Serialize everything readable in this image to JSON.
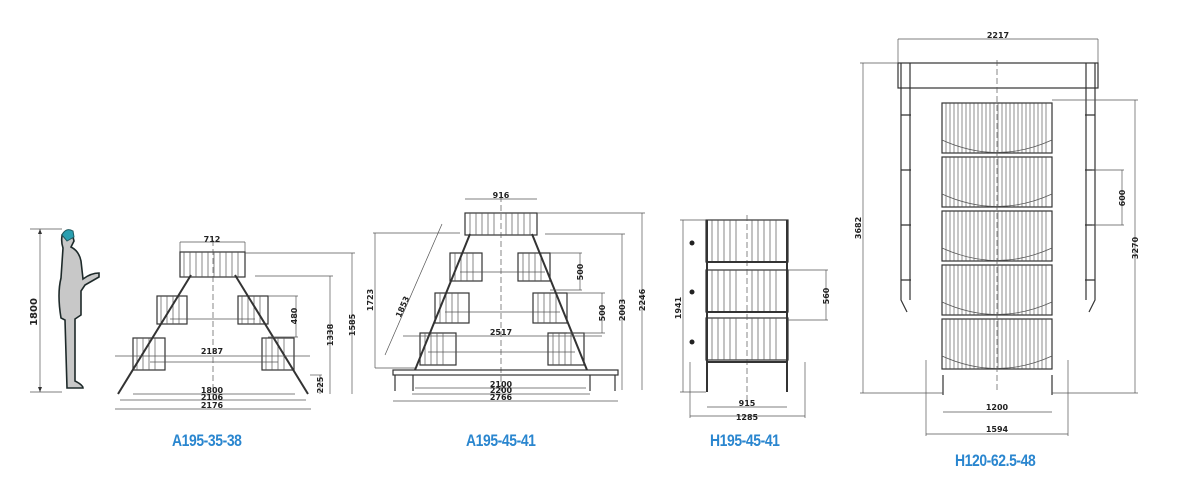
{
  "colors": {
    "label": "#2a86cf",
    "line": "#333333",
    "figure_hair": "#2a9fb0"
  },
  "human_reference": {
    "height": "1800"
  },
  "models": [
    {
      "name": "A195-35-38",
      "dims": {
        "top_width": "712",
        "tier_spacing": "480",
        "mid_width": "2187",
        "inner_base": "1800",
        "base_1": "2106",
        "base_2": "2176",
        "foot_height": "225",
        "height_1": "1338",
        "height_2": "1585"
      }
    },
    {
      "name": "A195-45-41",
      "dims": {
        "top_width": "916",
        "tier_spacing_1": "500",
        "tier_spacing_2": "500",
        "mid_width": "2517",
        "base_1": "2100",
        "base_2": "2200",
        "base_3": "2766",
        "left_height": "1723",
        "slant_length": "1853",
        "height_1": "2003",
        "height_2": "2246"
      }
    },
    {
      "name": "H195-45-41",
      "dims": {
        "height": "1941",
        "tier_spacing": "560",
        "inner_width": "915",
        "outer_width": "1285"
      }
    },
    {
      "name": "H120-62.5-48",
      "dims": {
        "top_width": "2217",
        "height_total": "3682",
        "tier_spacing": "600",
        "height_2": "3270",
        "inner_width": "1200",
        "outer_width": "1594"
      }
    }
  ]
}
